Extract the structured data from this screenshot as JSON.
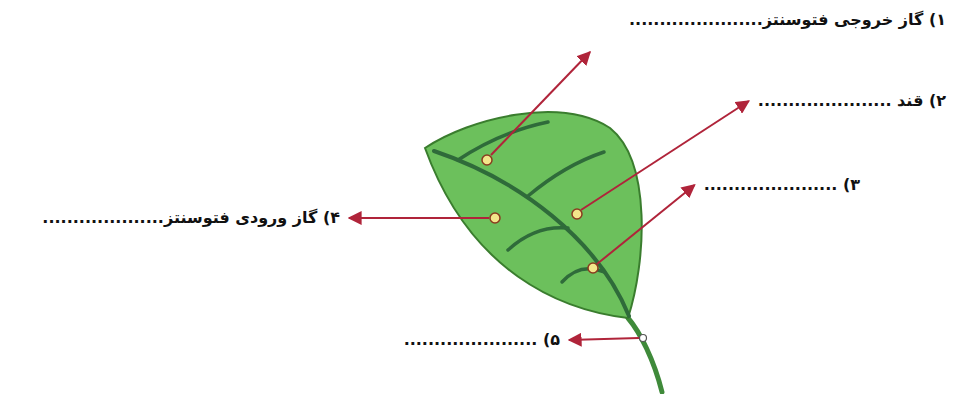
{
  "diagram": {
    "labels": [
      "۱) گاز خروجی فتوسنتز......................",
      "۲) قند ......................",
      "۳) ......................",
      "۴) گاز ورودی فتوسنتز....................",
      "۵) ......................"
    ]
  }
}
